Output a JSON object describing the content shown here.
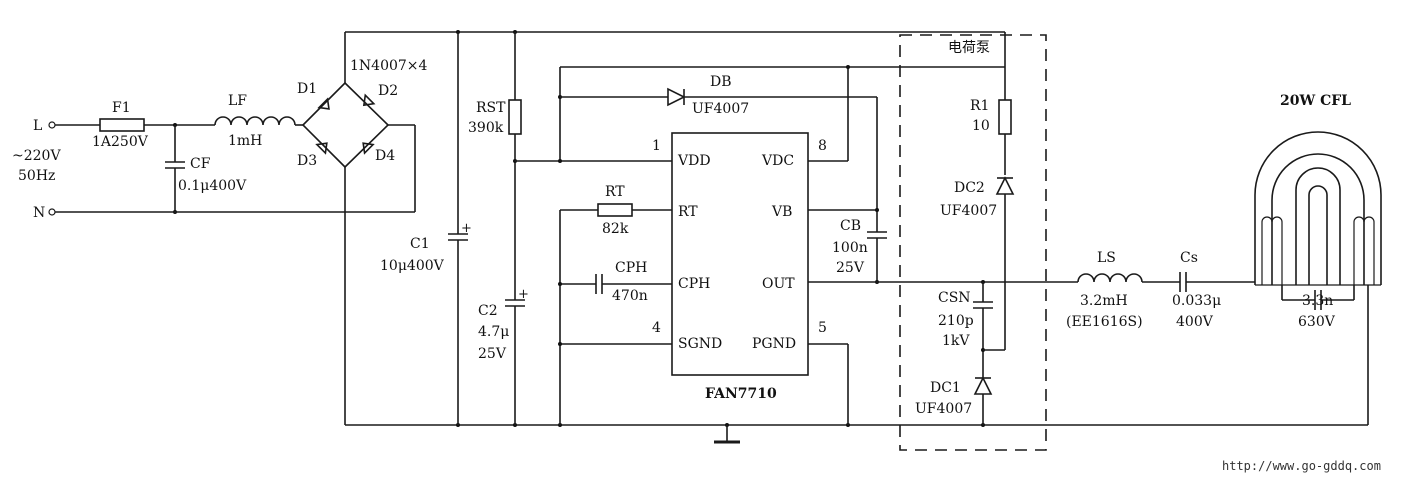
{
  "input": {
    "l": "L",
    "n": "N",
    "voltage": "~220V",
    "freq": "50Hz"
  },
  "fuse": {
    "name": "F1",
    "value": "1A250V"
  },
  "cf": {
    "name": "CF",
    "value": "0.1μ400V"
  },
  "lf": {
    "name": "LF",
    "value": "1mH"
  },
  "bridge": {
    "d1": "D1",
    "d2": "D2",
    "d3": "D3",
    "d4": "D4",
    "part": "1N4007×4"
  },
  "c1": {
    "name": "C1",
    "value": "10μ400V"
  },
  "rst": {
    "name": "RST",
    "value": "390k"
  },
  "c2": {
    "name": "C2",
    "value1": "4.7μ",
    "value2": "25V"
  },
  "rt": {
    "name": "RT",
    "value": "82k"
  },
  "cph": {
    "name": "CPH",
    "value": "470n"
  },
  "db": {
    "name": "DB",
    "value": "UF4007"
  },
  "ic": {
    "name": "FAN7710",
    "pins": {
      "vdd": "VDD",
      "rt": "RT",
      "cph": "CPH",
      "sgnd": "SGND",
      "vdc": "VDC",
      "vb": "VB",
      "out": "OUT",
      "pgnd": "PGND"
    },
    "pin_numbers": {
      "p1": "1",
      "p4": "4",
      "p5": "5",
      "p8": "8"
    }
  },
  "cb": {
    "name": "CB",
    "value1": "100n",
    "value2": "25V"
  },
  "charge_pump": {
    "label": "电荷泵"
  },
  "r1": {
    "name": "R1",
    "value": "10"
  },
  "dc2": {
    "name": "DC2",
    "value": "UF4007"
  },
  "csn": {
    "name": "CSN",
    "value1": "210p",
    "value2": "1kV"
  },
  "dc1": {
    "name": "DC1",
    "value": "UF4007"
  },
  "ls": {
    "name": "LS",
    "value1": "3.2mH",
    "value2": "(EE1616S)"
  },
  "cs": {
    "name": "Cs",
    "value1": "0.033μ",
    "value2": "400V"
  },
  "lamp": {
    "name": "20W CFL",
    "cap1": "3.3n",
    "cap2": "630V"
  },
  "watermark": "http://www.go-gddq.com"
}
